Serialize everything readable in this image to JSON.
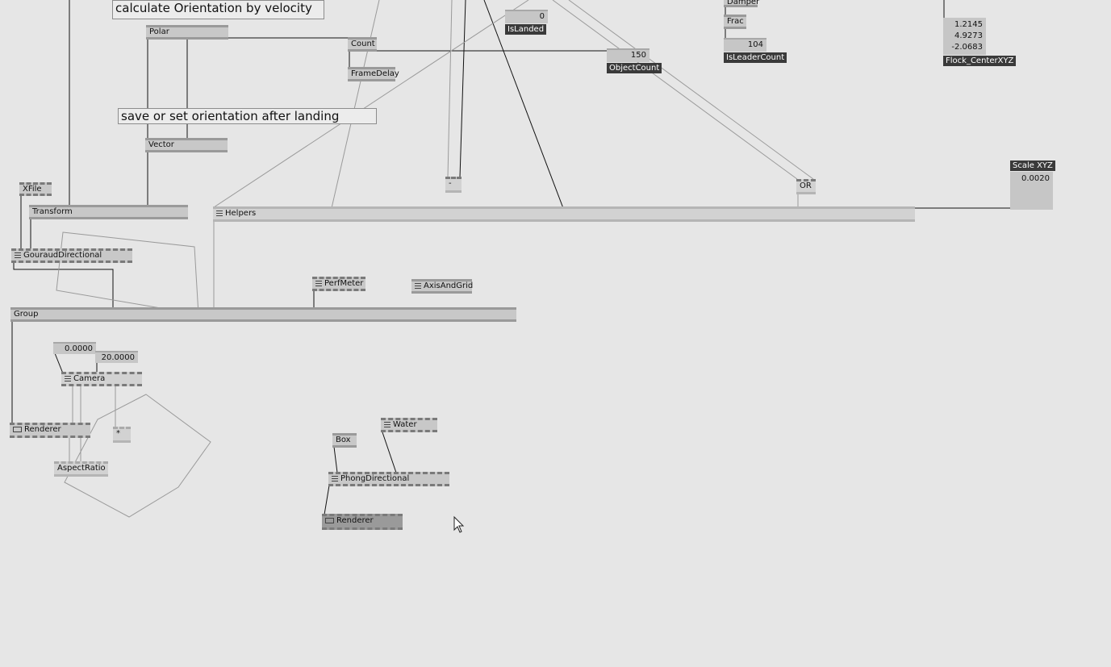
{
  "comments": {
    "orientation": "calculate Orientation by velocity",
    "landing": "save or set orientation after landing"
  },
  "nodes": {
    "polar": "Polar",
    "count": "Count",
    "frame_delay": "FrameDelay",
    "vector": "Vector",
    "xfile": "XFile",
    "transform": "Transform",
    "helpers": "Helpers",
    "gouraud": "GouraudDirectional",
    "perfmeter": "PerfMeter",
    "axis_grid": "AxisAndGrid",
    "group": "Group",
    "camera": "Camera",
    "renderer1": "Renderer",
    "multiply": "*",
    "aspect": "AspectRatio",
    "box": "Box",
    "water": "Water",
    "phong": "PhongDirectional",
    "renderer2": "Renderer",
    "damper": "Damper",
    "frac": "Frac",
    "minus": "-",
    "or": "OR"
  },
  "values": {
    "is_landed": "0",
    "object_count": "150",
    "is_leader_count": "104",
    "camera_a": "0.0000",
    "camera_b": "20.0000",
    "scale_xyz": "0.0020",
    "flock_x": "1.2145",
    "flock_y": "4.9273",
    "flock_z": "-2.0683"
  },
  "tags": {
    "is_landed": "IsLanded",
    "object_count": "ObjectCount",
    "is_leader_count": "IsLeaderCount",
    "flock_center": "Flock_CenterXYZ",
    "scale_xyz": "Scale XYZ"
  }
}
